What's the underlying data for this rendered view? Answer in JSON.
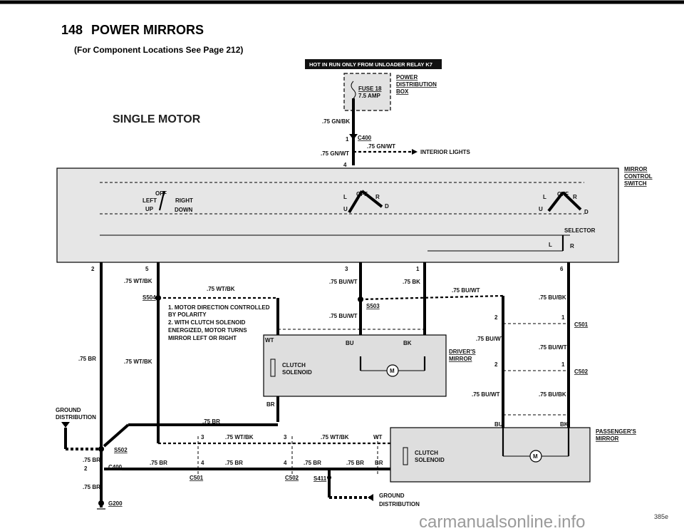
{
  "header": {
    "page_number": "148",
    "title": "POWER MIRRORS",
    "subtitle": "(For Component Locations See Page 212)"
  },
  "banner": "HOT IN RUN ONLY FROM UNLOADER RELAY K7",
  "single_motor": "SINGLE MOTOR",
  "fuse": {
    "name": "FUSE 18",
    "rating": "7.5 AMP",
    "box_label_1": "POWER",
    "box_label_2": "DISTRIBUTION",
    "box_label_3": "BOX"
  },
  "top_wires": {
    "gnbk": ".75 GN/BK",
    "c400": "C400",
    "pin1": "1",
    "pin4": "4",
    "gnwt_a": ".75 GN/WT",
    "gnwt_b": ".75 GN/WT",
    "interior": "INTERIOR LIGHTS"
  },
  "switch": {
    "label_1": "MIRROR",
    "label_2": "CONTROL",
    "label_3": "SWITCH",
    "left": "LEFT",
    "right": "RIGHT",
    "up": "UP",
    "down": "DOWN",
    "off_a": "OFF",
    "off_b": "OFF",
    "off_c": "OFF",
    "l_b": "L",
    "r_b": "R",
    "u_b": "U",
    "d_b": "D",
    "l_c": "L",
    "r_c": "R",
    "u_c": "U",
    "d_c": "D",
    "selector": "SELECTOR",
    "sel_l": "L",
    "sel_r": "R"
  },
  "pins": {
    "p2": "2",
    "p5a": "5",
    "p3": "3",
    "p1": "1",
    "p6": "6"
  },
  "wires": {
    "wtbk_1": ".75 WT/BK",
    "wtbk_2": ".75 WT/BK",
    "wtbk_3": ".75 WT/BK",
    "s504": "S504",
    "buwt_1": ".75 BU/WT",
    "buwt_2": ".75 BU/WT",
    "bk_1": ".75 BK",
    "buwt_3": ".75 BU/WT",
    "s503": "S503",
    "bubk_1": ".75 BU/BK",
    "br_left": ".75 BR",
    "bu": "BU",
    "bk": "BK",
    "wt": "WT",
    "br": "BR",
    "buwt_4": ".75 BU/WT",
    "buwt_5": ".75 BU/WT",
    "buwt_6": ".75 BU/WT",
    "bubk_2": ".75 BU/BK",
    "c501": "C501",
    "c502": "C502",
    "pin2a": "2",
    "pin1a": "1",
    "pin2b": "2",
    "pin1b": "1",
    "br_mid": ".75 BR",
    "bu2": "BU",
    "bk2": "BK"
  },
  "notes": {
    "n1": "1. MOTOR DIRECTION CONTROLLED",
    "n2": "BY POLARITY",
    "n3": "2. WITH CLUTCH SOLENOID",
    "n4": "ENERGIZED, MOTOR TURNS",
    "n5": "MIRROR LEFT OR RIGHT"
  },
  "driver_mirror": {
    "label_1": "DRIVER'S",
    "label_2": "MIRROR",
    "clutch": "CLUTCH",
    "solenoid": "SOLENOID",
    "motor": "M"
  },
  "passenger_mirror": {
    "label_1": "PASSENGER'S",
    "label_2": "MIRROR",
    "clutch": "CLUTCH",
    "solenoid": "SOLENOID",
    "motor": "M"
  },
  "bottom": {
    "ground_dist_1": "GROUND",
    "ground_dist_2": "DISTRIBUTION",
    "s502": "S502",
    "br_a": ".75 BR",
    "br_b": ".75 BR",
    "pin2": "2",
    "c400": "C400",
    "g200": "G200",
    "pin3a": "3",
    "wtbk_a": ".75 WT/BK",
    "pin3b": "3",
    "wtbk_b": ".75 WT/BK",
    "wt": "WT",
    "pin4a": "4",
    "br_c": ".75 BR",
    "br_d": ".75 BR",
    "pin4b": "4",
    "br_e": ".75 BR",
    "br_f": ".75 BR",
    "br_g": "BR",
    "c501": "C501",
    "c502": "C502",
    "s411": "S411",
    "gd2_1": "GROUND",
    "gd2_2": "DISTRIBUTION"
  },
  "watermark": "carmanualsonline.info",
  "corner": "385e"
}
